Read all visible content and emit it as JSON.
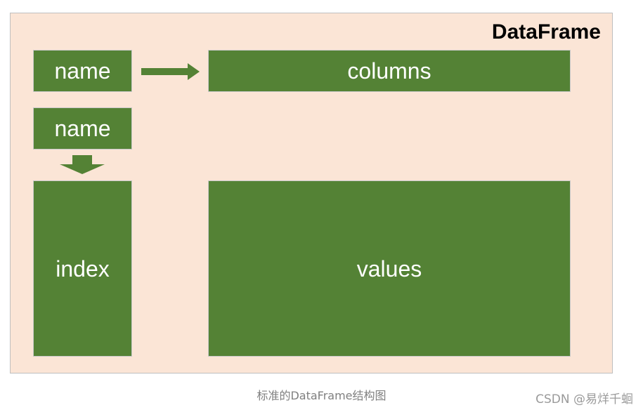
{
  "diagram": {
    "title": "DataFrame",
    "columns_name_label": "name",
    "columns_label": "columns",
    "index_name_label": "name",
    "index_label": "index",
    "values_label": "values"
  },
  "caption": "标准的DataFrame结构图",
  "watermark": "CSDN @易烊千蛔",
  "colors": {
    "frame_fill": "#fbe5d6",
    "box_fill": "#548235",
    "box_text": "#ffffff"
  }
}
